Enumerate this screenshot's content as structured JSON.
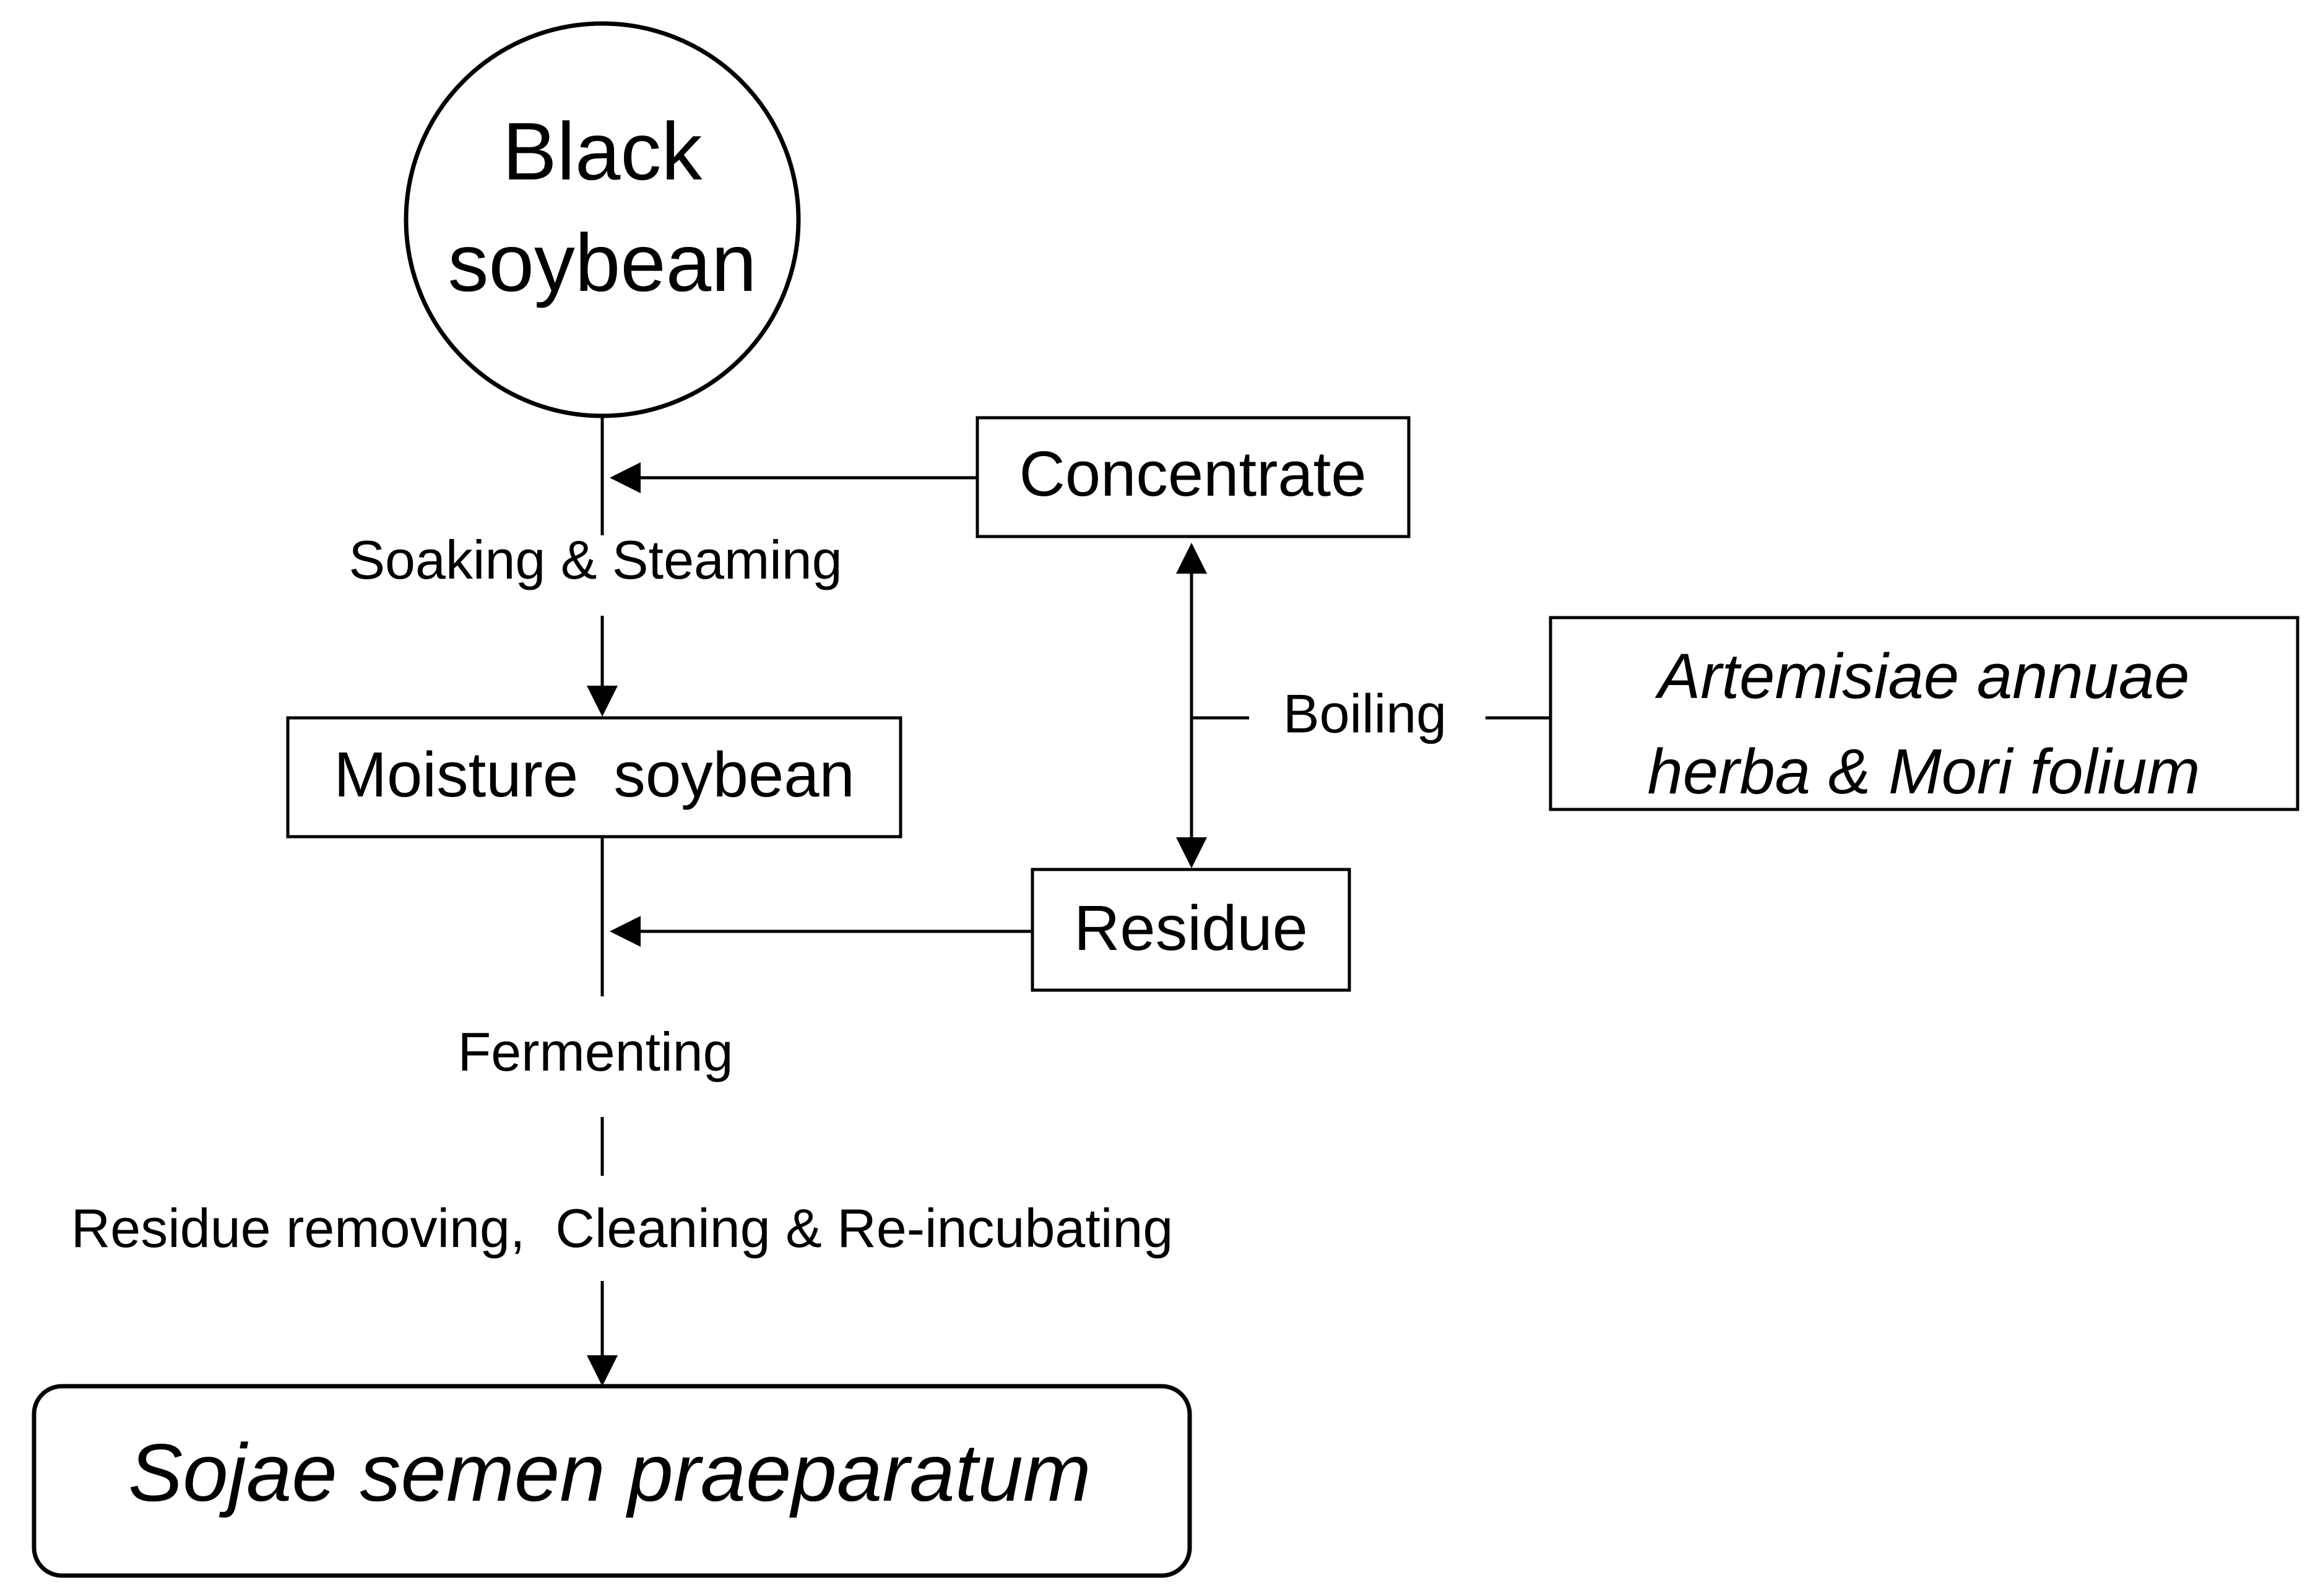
{
  "nodes": {
    "black_soybean": {
      "line1": "Black",
      "line2": "soybean"
    },
    "concentrate": "Concentrate",
    "moisture_soybean": "Moisture  soybean",
    "herbs": {
      "line1": "Artemisiae annuae",
      "line2": "herba & Mori folium"
    },
    "residue": "Residue",
    "product": "Sojae semen praeparatum"
  },
  "labels": {
    "soaking": "Soaking & Steaming",
    "boiling": "Boiling",
    "fermenting": "Fermenting",
    "removing": "Residue removing,  Cleaning & Re-incubating"
  },
  "colors": {
    "stroke": "#000000",
    "background": "#ffffff"
  }
}
